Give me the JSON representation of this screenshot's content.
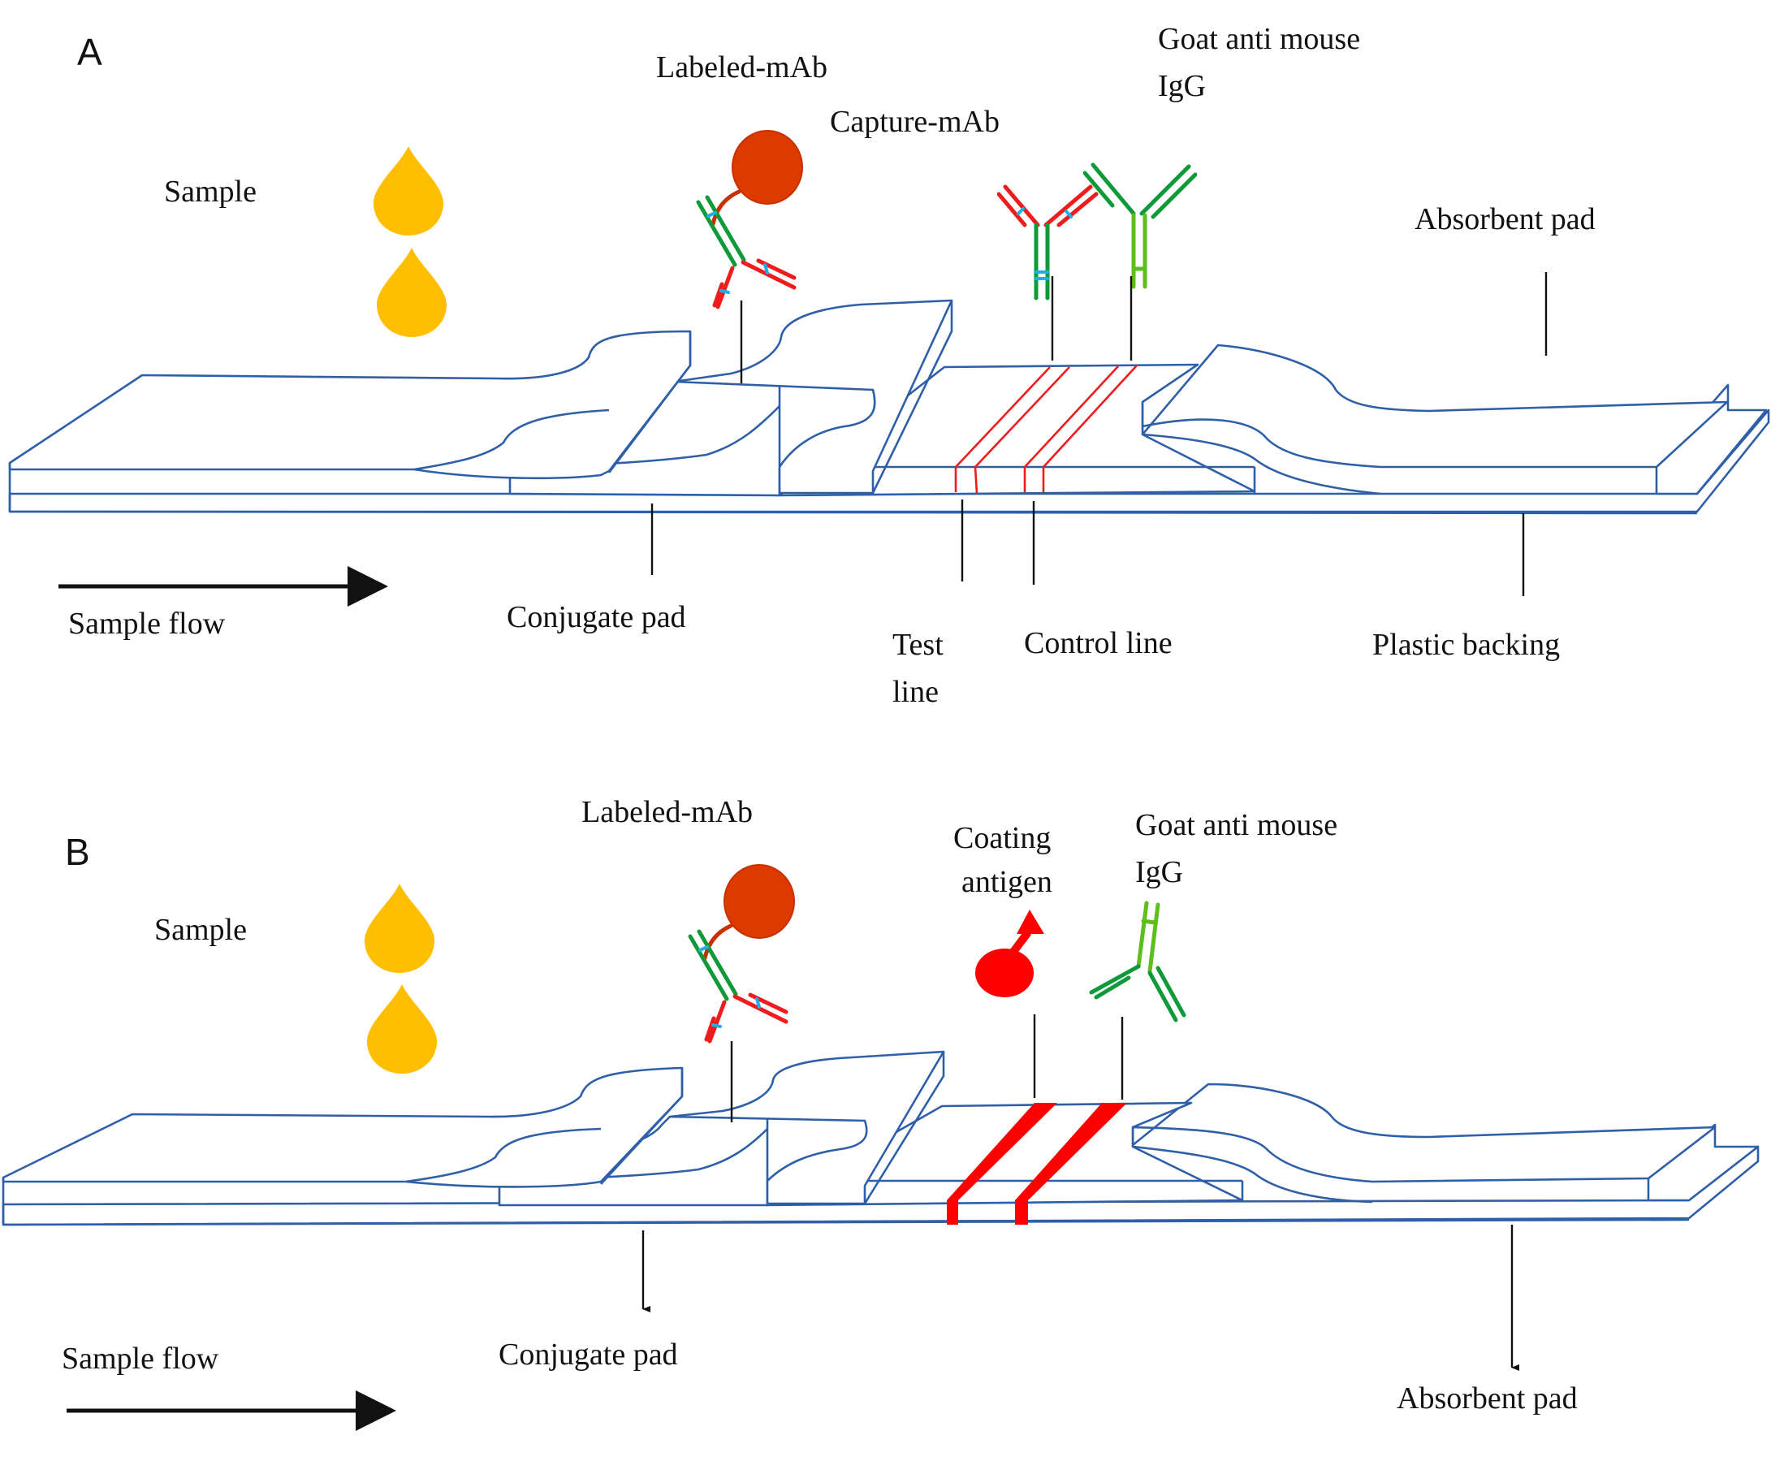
{
  "colors": {
    "strip_outline": "#2f5fa8",
    "drop": "#ffbf00",
    "label_particle": "#dd3a00",
    "line_red": "#ee1c1c",
    "antibody_green": "#0f9a3a",
    "antibody_light_green": "#5cbf1c",
    "hinge_blue": "#1eaee8",
    "text": "#111111"
  },
  "panels": [
    {
      "id": "A",
      "panel_label": "A",
      "labels": {
        "sample": "Sample",
        "labeled_mab": "Labeled-mAb",
        "capture_mab": "Capture-mAb",
        "goat_line1": "Goat anti mouse",
        "goat_line2": "IgG",
        "absorbent_pad": "Absorbent pad",
        "sample_flow": "Sample flow",
        "conjugate_pad": "Conjugate pad",
        "test_line1": "Test",
        "test_line2": "line",
        "control_line": "Control line",
        "plastic_backing": "Plastic backing"
      },
      "icons": [
        "sample-drop-icon",
        "sample-drop-icon",
        "labeled-antibody-icon",
        "capture-antibody-icon",
        "goat-anti-mouse-igg-icon",
        "flow-arrow-icon"
      ]
    },
    {
      "id": "B",
      "panel_label": "B",
      "labels": {
        "sample": "Sample",
        "labeled_mab": "Labeled-mAb",
        "coating_line1": "Coating",
        "coating_line2": "antigen",
        "goat_line1": "Goat anti mouse",
        "goat_line2": "IgG",
        "sample_flow": "Sample flow",
        "conjugate_pad": "Conjugate pad",
        "absorbent_pad": "Absorbent pad"
      },
      "icons": [
        "sample-drop-icon",
        "sample-drop-icon",
        "labeled-antibody-icon",
        "coating-antigen-icon",
        "goat-anti-mouse-igg-icon",
        "flow-arrow-icon"
      ]
    }
  ]
}
